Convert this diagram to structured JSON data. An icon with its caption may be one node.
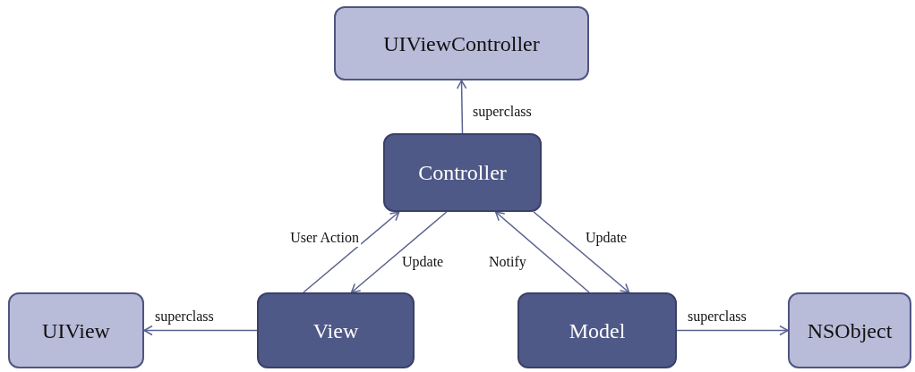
{
  "diagram": {
    "nodes": [
      {
        "text": [
          "UIViewController"
        ]
      },
      {
        "text": [
          "Controller"
        ]
      },
      {
        "text": [
          "UIView"
        ]
      },
      {
        "text": [
          "View"
        ]
      },
      {
        "text": [
          "Model"
        ]
      },
      {
        "text": [
          "NSObject"
        ]
      }
    ],
    "edges": [
      {
        "from": 1,
        "to": 0,
        "arrow": "to",
        "label": "superclass"
      },
      {
        "from": 3,
        "to": 1,
        "arrow": "to",
        "label": "User Action"
      },
      {
        "from": 1,
        "to": 3,
        "arrow": "to",
        "label": "Update"
      },
      {
        "from": 4,
        "to": 1,
        "arrow": "to",
        "label": "Notify"
      },
      {
        "from": 1,
        "to": 4,
        "arrow": "to",
        "label": "Update"
      },
      {
        "from": 3,
        "to": 2,
        "arrow": "to",
        "label": "superclass"
      },
      {
        "from": 4,
        "to": 5,
        "arrow": "to",
        "label": "superclass"
      }
    ]
  }
}
